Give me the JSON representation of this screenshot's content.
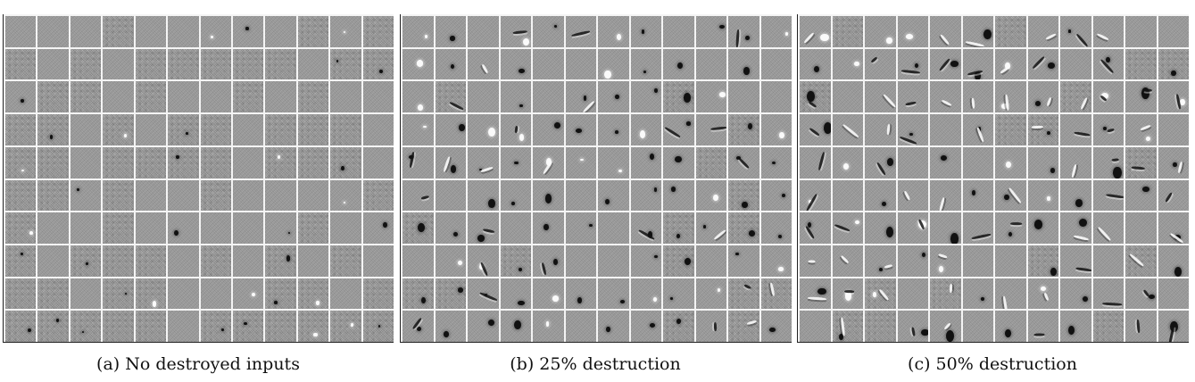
{
  "figure": {
    "panels": [
      {
        "id": "a",
        "caption": "(a) No destroyed inputs",
        "feature_style": "noise"
      },
      {
        "id": "b",
        "caption": "(b) 25% destruction",
        "feature_style": "blobs"
      },
      {
        "id": "c",
        "caption": "(c) 50% destruction",
        "feature_style": "strokes"
      }
    ],
    "grid": {
      "rows": 10,
      "cols": 12
    }
  }
}
